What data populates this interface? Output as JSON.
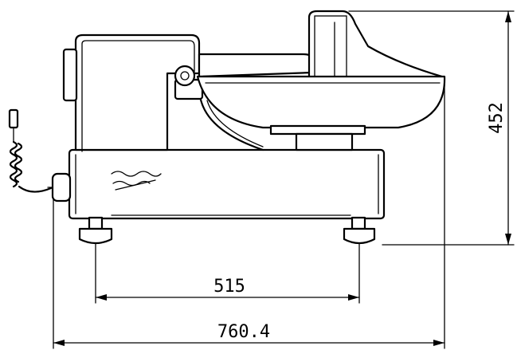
{
  "dimensions": {
    "height": "452",
    "bolt_spacing": "515",
    "overall_width": "760.4"
  },
  "colors": {
    "line": "#000000",
    "background": "#ffffff"
  }
}
